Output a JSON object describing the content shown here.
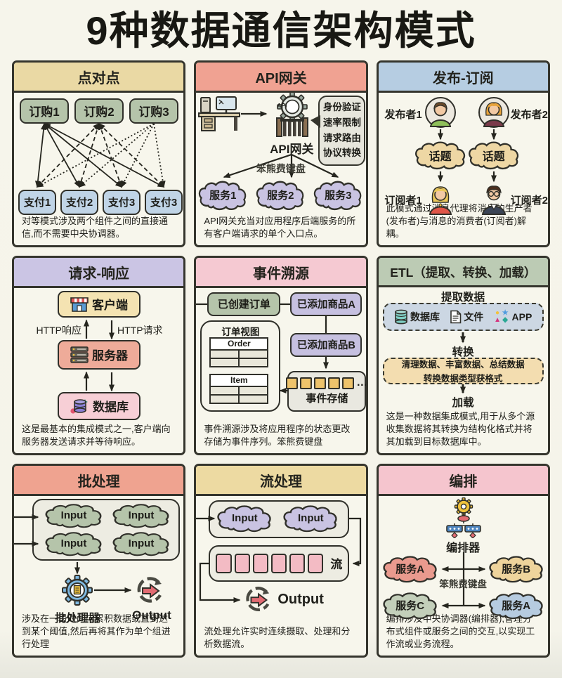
{
  "title": "9种数据通信架构模式",
  "colors": {
    "page_bg": "#f5f4ea",
    "panel_border": "#35352d",
    "header_p2p": "#ead9a4",
    "header_gateway": "#f0a292",
    "header_pubsub": "#b6cde2",
    "header_reqres": "#cbc5e4",
    "header_eventsourcing": "#f5c9d2",
    "header_etl": "#bccbb4",
    "header_batch": "#efa390",
    "header_stream": "#eddaa2",
    "header_orchestration": "#f5c5ce",
    "green_box": "#b5c4aa",
    "blue_box": "#c0d4e6",
    "purple_cloud": "#c9c3e2",
    "tan_cloud": "#eed7a4",
    "pink_square": "#f3bbc4",
    "yellow_square": "#eec36b"
  },
  "panels": {
    "p2p": {
      "header": "点对点",
      "orders": [
        "订购1",
        "订购2",
        "订购3"
      ],
      "payments": [
        "支付1",
        "支付2",
        "支付3",
        "支付3"
      ],
      "caption": "对等模式涉及两个组件之间的直接通信,而不需要中央协调器。"
    },
    "gateway": {
      "header": "API网关",
      "api_badge": "API",
      "gateway_label": "API网关",
      "bubble": [
        "身份验证",
        "速率限制",
        "请求路由",
        "协议转换"
      ],
      "watermark": "笨熊费键盘",
      "services": [
        "服务1",
        "服务2",
        "服务3"
      ],
      "caption": "API网关充当对应用程序后端服务的所有客户端请求的单个入口点。"
    },
    "pubsub": {
      "header": "发布-订阅",
      "publishers": [
        "发布者1",
        "发布者2"
      ],
      "topics": [
        "话题",
        "话题"
      ],
      "subscribers": [
        "订阅者1",
        "订阅者2"
      ],
      "caption": "此模式通过消息代理将消息的生产者(发布者)与消息的消费者(订阅者)解耦。"
    },
    "reqres": {
      "header": "请求-响应",
      "client": "客户端",
      "server": "服务器",
      "database": "数据库",
      "response_label": "HTTP响应",
      "request_label": "HTTP请求",
      "caption": "这是最基本的集成模式之一,客户端向服务器发送请求并等待响应。"
    },
    "eventsourcing": {
      "header": "事件溯源",
      "ev_order_created": "已创建订单",
      "ev_item_a": "已添加商品A",
      "ev_item_b": "已添加商品B",
      "store_label": "事件存储",
      "store_ellipsis": "…",
      "view_label": "订单视图",
      "table_order": "Order",
      "table_item": "Item",
      "caption": "事件溯源涉及将应用程序的状态更改存储为事件序列。笨熊费键盘"
    },
    "etl": {
      "header": "ETL（提取、转换、加载）",
      "extract_label": "提取数据",
      "src_db": "数据库",
      "src_file": "文件",
      "src_app": "APP",
      "app_glyphs": [
        "●",
        "★",
        "▲",
        "◆"
      ],
      "transform_label": "转换",
      "t_line1": "清理数据、丰富数据、总结数据",
      "t_line2": "转换数据类型获格式",
      "load_label": "加载",
      "caption": "这是一种数据集成模式,用于从多个源收集数据将其转换为结构化格式并将其加载到目标数据库中。"
    },
    "batch": {
      "header": "批处理",
      "inputs": [
        "Input",
        "Input",
        "Input",
        "Input"
      ],
      "processor_label": "批处理器",
      "output_label": "Output",
      "caption": "涉及在一段时间内累积数据或直到达到某个阈值,然后再将其作为单个组进行处理"
    },
    "stream": {
      "header": "流处理",
      "inputs": [
        "Input",
        "Input"
      ],
      "stream_label": "流",
      "output_label": "Output",
      "caption": "流处理允许实时连续摄取、处理和分析数据流。"
    },
    "orchestration": {
      "header": "编排",
      "orchestrator_label": "编排器",
      "watermark": "笨熊费键盘",
      "svc": [
        "服务A",
        "服务B",
        "服务C",
        "服务A"
      ],
      "caption": "编排涉及中央协调器(编排器),管理分布式组件或服务之间的交互,以实现工作流或业务流程。"
    }
  }
}
